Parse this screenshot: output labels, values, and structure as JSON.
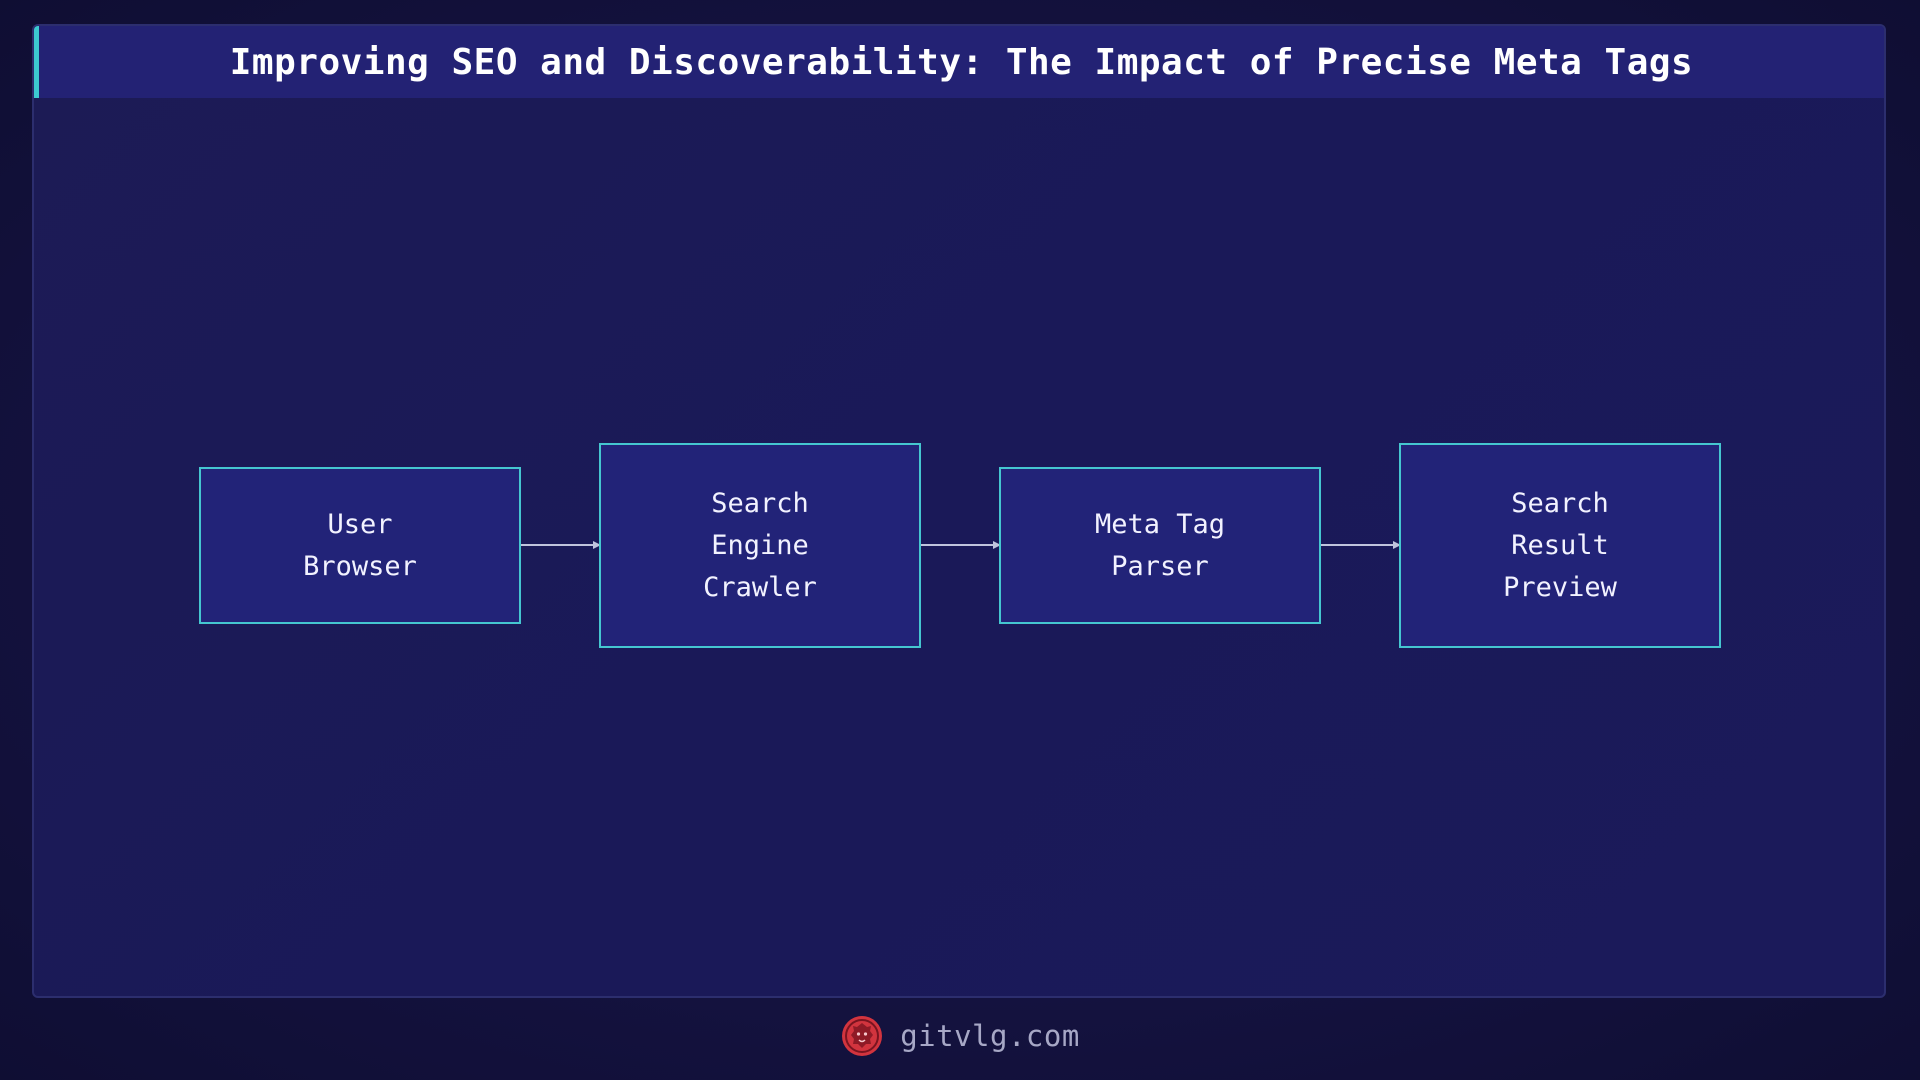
{
  "title": "Improving SEO and Discoverability: The Impact of Precise Meta Tags",
  "nodes": [
    {
      "id": "user-browser",
      "label": "User\nBrowser"
    },
    {
      "id": "search-engine-crawler",
      "label": "Search\nEngine\nCrawler"
    },
    {
      "id": "meta-tag-parser",
      "label": "Meta Tag\nParser"
    },
    {
      "id": "search-result-preview",
      "label": "Search\nResult\nPreview"
    }
  ],
  "edges": [
    {
      "from": "user-browser",
      "to": "search-engine-crawler"
    },
    {
      "from": "search-engine-crawler",
      "to": "meta-tag-parser"
    },
    {
      "from": "meta-tag-parser",
      "to": "search-result-preview"
    }
  ],
  "footer": {
    "text": "gitvlg.com",
    "logo_icon": "lion-logo-icon"
  },
  "colors": {
    "background": "#15143f",
    "panel": "#1b1a58",
    "title_bar": "#232274",
    "accent": "#3cc9d0",
    "node_fill": "#222378",
    "node_border": "#45c6d0",
    "node_text": "#f2f2ff",
    "edge": "#c0c4dd",
    "footer_text": "#a7a8c6",
    "logo": "#d2343e"
  }
}
